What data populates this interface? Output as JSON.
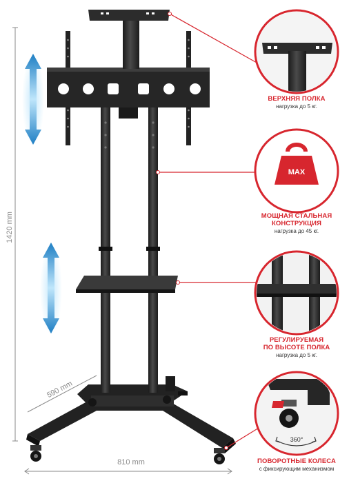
{
  "dimensions": {
    "height_label": "1420 mm",
    "depth_label": "590 mm",
    "width_label": "810 mm"
  },
  "callouts": [
    {
      "title_lines": [
        "ВЕРХНЯЯ ПОЛКА"
      ],
      "subtitle": "нагрузка до 5 кг."
    },
    {
      "title_lines": [
        "МОЩНАЯ СТАЛЬНАЯ",
        "КОНСТРУКЦИЯ"
      ],
      "subtitle": "нагрузка до 45 кг."
    },
    {
      "title_lines": [
        "РЕГУЛИРУЕМАЯ",
        "ПО ВЫСОТЕ ПОЛКА"
      ],
      "subtitle": "нагрузка до 5 кг."
    },
    {
      "title_lines": [
        "ПОВОРОТНЫЕ КОЛЕСА"
      ],
      "subtitle": "с фиксирующим механизмом"
    }
  ],
  "badges": {
    "weight_label": "MAX",
    "rotation_label": "360°"
  },
  "colors": {
    "accent": "#d7262e",
    "steel": "#2a2a2a",
    "arrow": "#3aa3e0",
    "dimension": "#8a8a8a"
  },
  "icons": [
    "up-down-arrow-icon",
    "weight-icon",
    "rotation-icon"
  ]
}
